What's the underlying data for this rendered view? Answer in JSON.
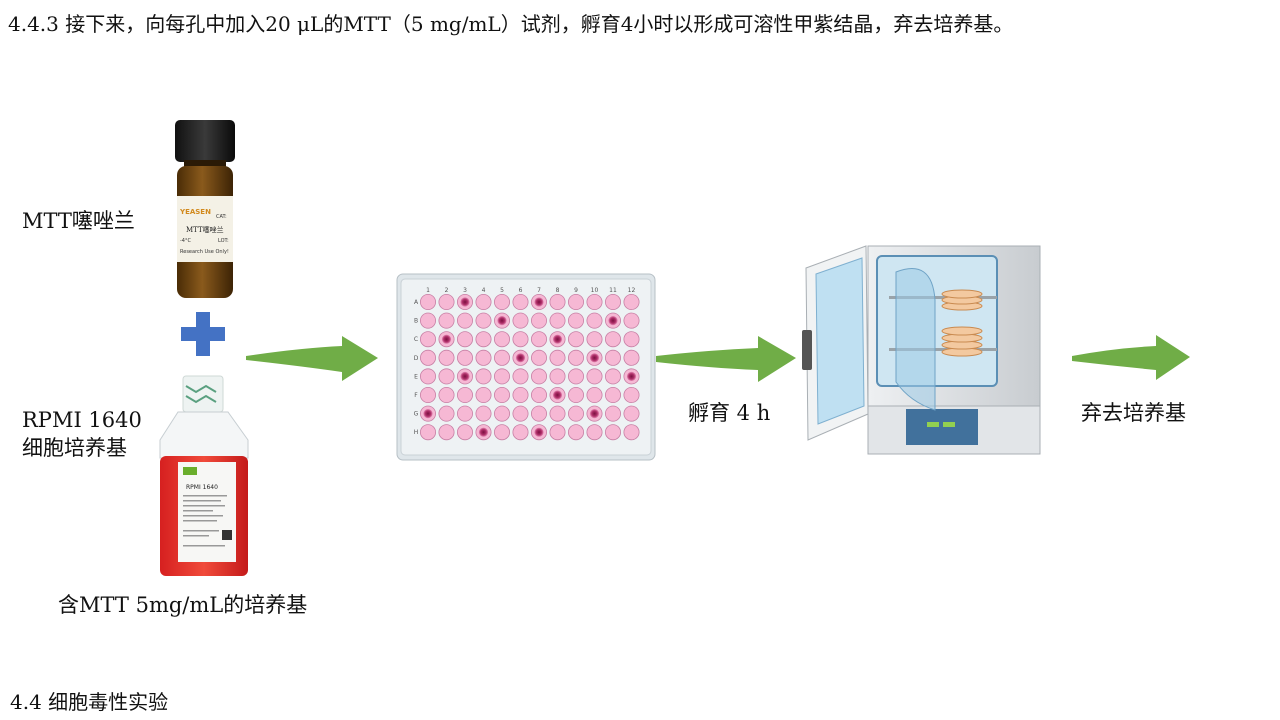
{
  "title": "4.4.3 接下来，向每孔中加入20 μL的MTT（5 mg/mL）试剂，孵育4小时以形成可溶性甲紫结晶，弃去培养基。",
  "footer": "4.4 细胞毒性实验",
  "reagents": {
    "mtt_label": "MTT噻唑兰",
    "rpmi_label_line1": "RPMI 1640",
    "rpmi_label_line2": "细胞培养基",
    "mixture_label": "含MTT 5mg/mL的培养基",
    "mtt_vial": {
      "brand": "YEASEN",
      "name": "MTT噻唑兰",
      "cat": "CAT:",
      "lot": "LOT:",
      "storage": "-4°C",
      "note": "Research Use Only!"
    },
    "rpmi_bottle": {
      "name": "RPMI 1640"
    }
  },
  "plate": {
    "columns": [
      "1",
      "2",
      "3",
      "4",
      "5",
      "6",
      "7",
      "8",
      "9",
      "10",
      "11",
      "12"
    ],
    "rows": [
      "A",
      "B",
      "C",
      "D",
      "E",
      "F",
      "G",
      "H"
    ]
  },
  "steps": {
    "incubate_label": "孵育 4 h",
    "discard_label": "弃去培养基"
  },
  "colors": {
    "arrow_green": "#70ad47",
    "plus_blue": "#4472c4",
    "well_pink": "#f6b8d4",
    "medium_red": "#e8312a",
    "vial_amber": "#6b4410"
  }
}
